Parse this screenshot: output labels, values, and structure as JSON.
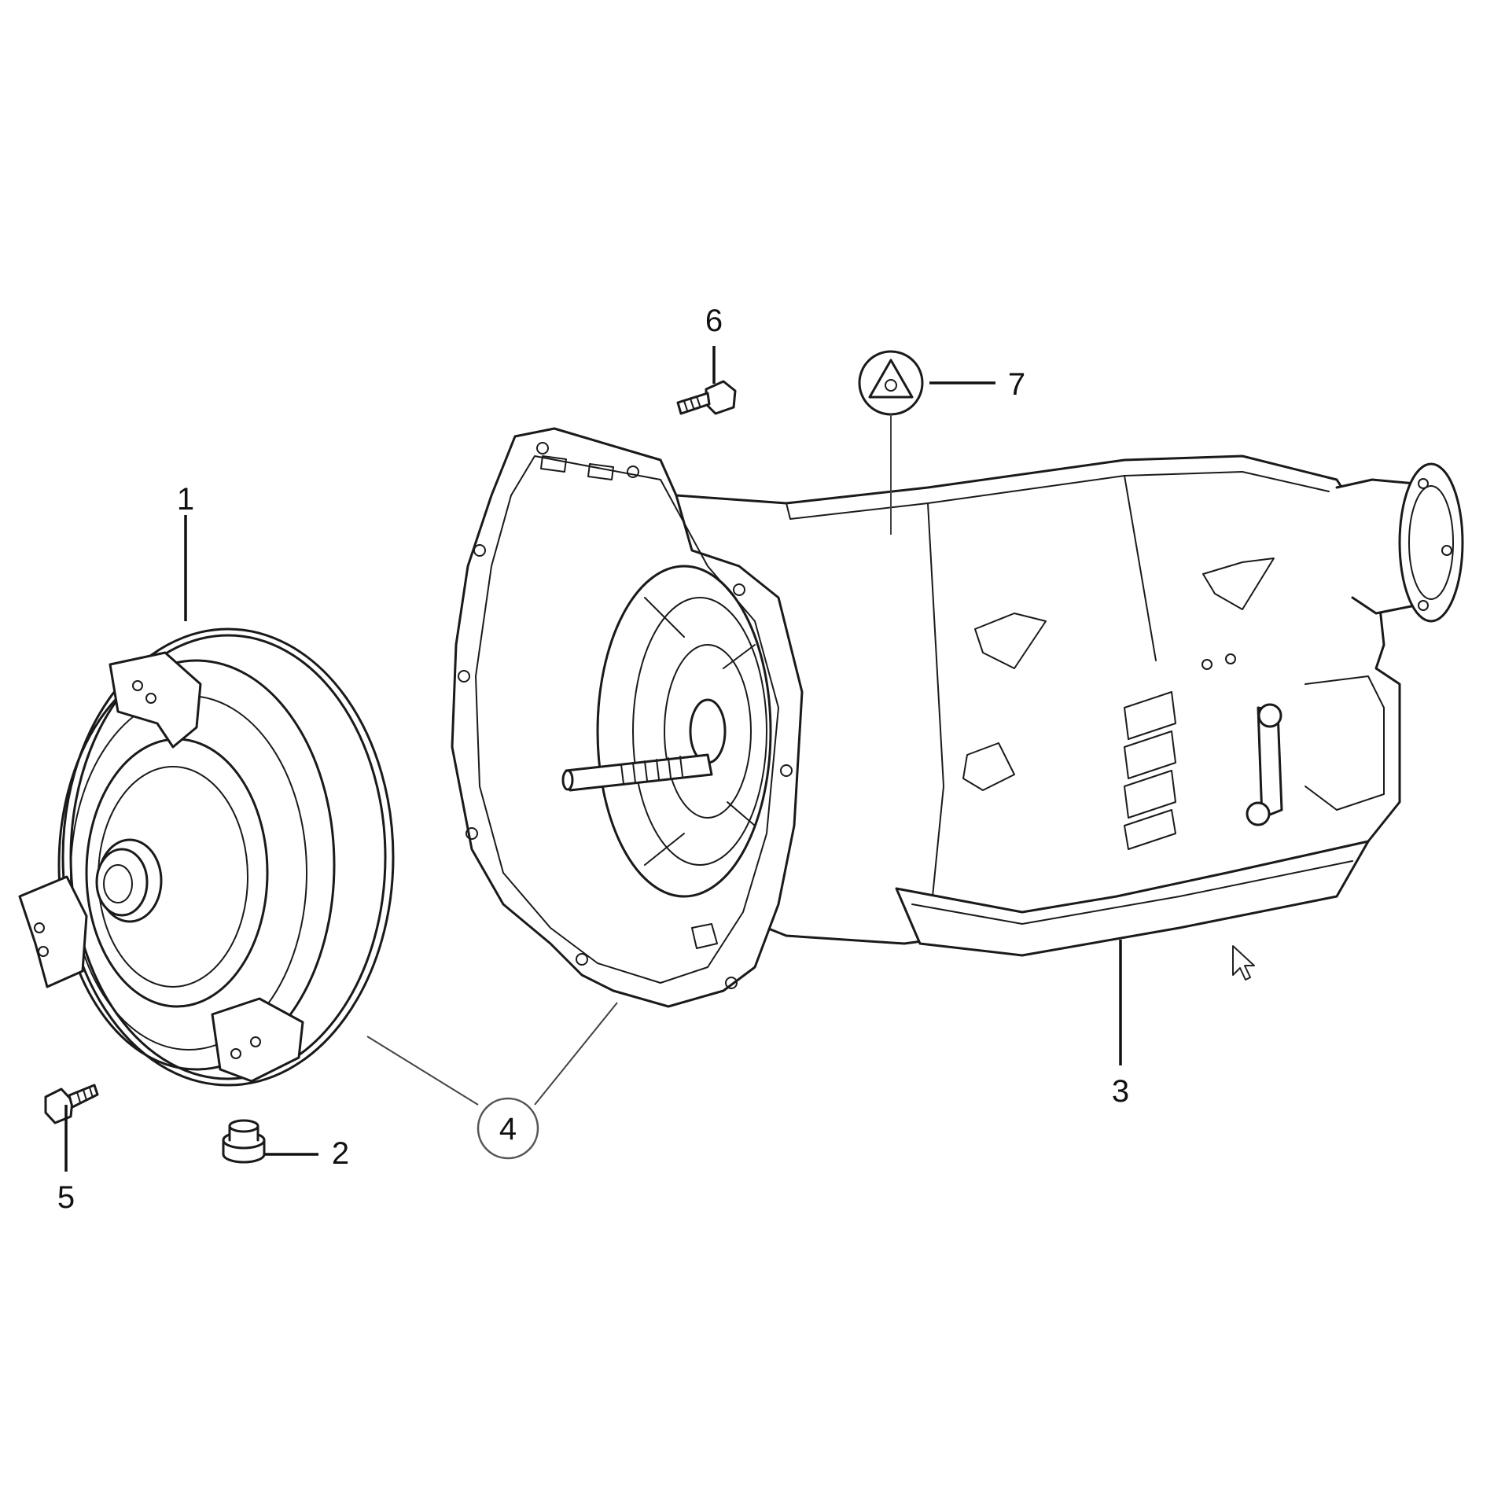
{
  "diagram": {
    "callouts": [
      {
        "id": "1",
        "label": "1"
      },
      {
        "id": "2",
        "label": "2"
      },
      {
        "id": "3",
        "label": "3"
      },
      {
        "id": "4",
        "label": "4"
      },
      {
        "id": "5",
        "label": "5"
      },
      {
        "id": "6",
        "label": "6"
      },
      {
        "id": "7",
        "label": "7"
      }
    ],
    "parts": [
      {
        "name": "torque-converter"
      },
      {
        "name": "drain-plug"
      },
      {
        "name": "transmission-assembly"
      },
      {
        "name": "bolt-5"
      },
      {
        "name": "bolt-6"
      },
      {
        "name": "warning-symbol"
      }
    ]
  },
  "cursor": {
    "icon": "mouse-pointer-icon"
  }
}
